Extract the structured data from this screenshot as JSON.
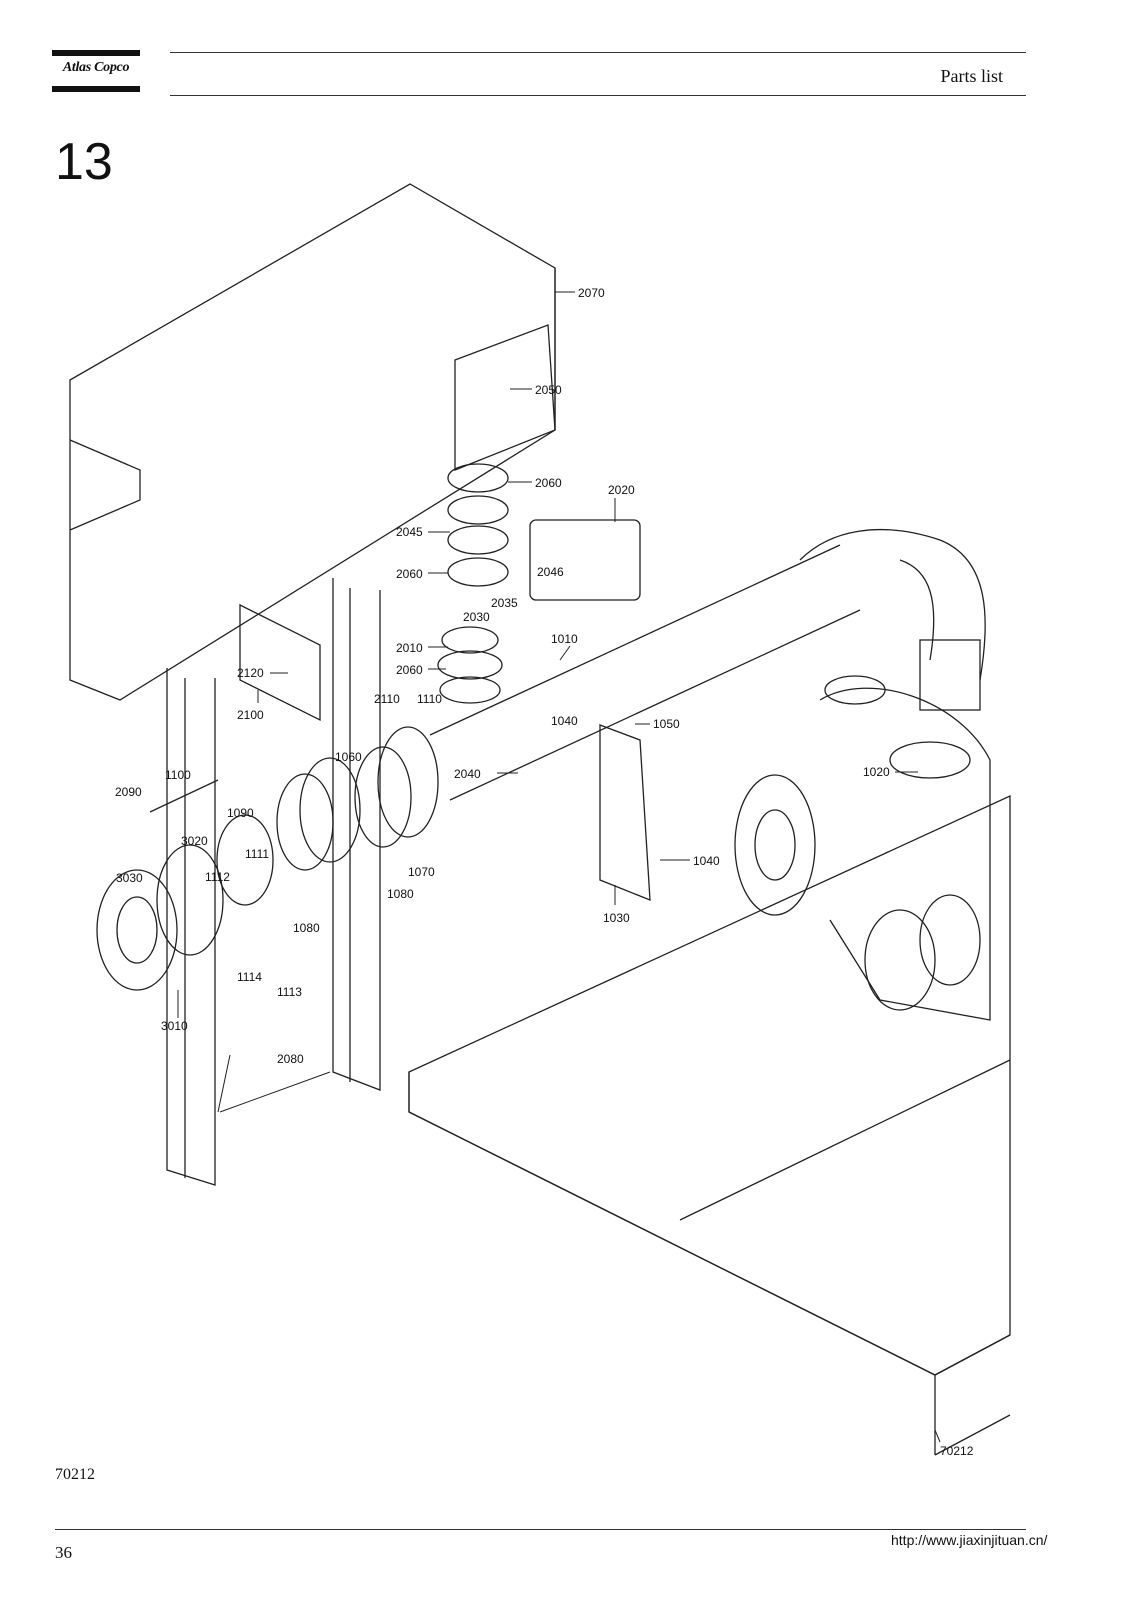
{
  "header": {
    "brand": "Atlas Copco",
    "title": "Parts list"
  },
  "section_number": "13",
  "drawing_callouts": [
    "2070",
    "2050",
    "2060",
    "2020",
    "2045",
    "2046",
    "2060",
    "2035",
    "2030",
    "1010",
    "2010",
    "2060",
    "2120",
    "2100",
    "2110",
    "1110",
    "1040",
    "1050",
    "1060",
    "1020",
    "2090",
    "1100",
    "2040",
    "1090",
    "3020",
    "1111",
    "1112",
    "3030",
    "1070",
    "1040",
    "1080",
    "1080",
    "1030",
    "1114",
    "1113",
    "3010",
    "2080",
    "70212"
  ],
  "figure_reference": "70212",
  "footer": {
    "page_number": "36",
    "url": "http://www.jiaxinjituan.cn/"
  }
}
